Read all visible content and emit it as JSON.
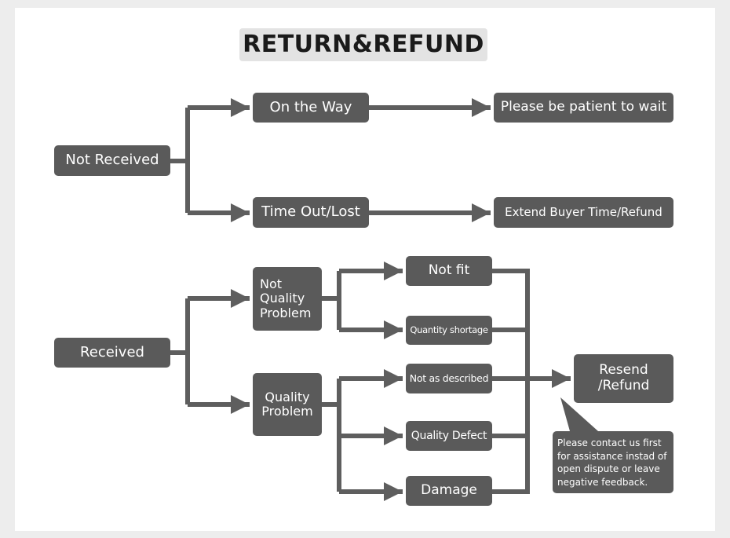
{
  "title": "RETURN&REFUND",
  "nodes": {
    "not_received": "Not Received",
    "on_the_way": "On the Way",
    "please_wait": "Please be patient to wait",
    "time_out_lost": "Time Out/Lost",
    "extend_refund": "Extend Buyer Time/Refund",
    "received": "Received",
    "not_quality_problem": "Not\nQuality\nProblem",
    "quality_problem": "Quality\nProblem",
    "not_fit": "Not fit",
    "quantity_shortage": "Quantity shortage",
    "not_as_described": "Not as described",
    "quality_defect": "Quality Defect",
    "damage": "Damage",
    "resend_refund": "Resend\n/Refund"
  },
  "note": "Please contact us first\nfor assistance instad of\nopen dispute or leave\nnegative feedback.",
  "colors": {
    "box": "#5a5a5a",
    "line": "#5e5e5e",
    "title_bg": "#e3e3e3",
    "page_bg": "#ededed"
  }
}
